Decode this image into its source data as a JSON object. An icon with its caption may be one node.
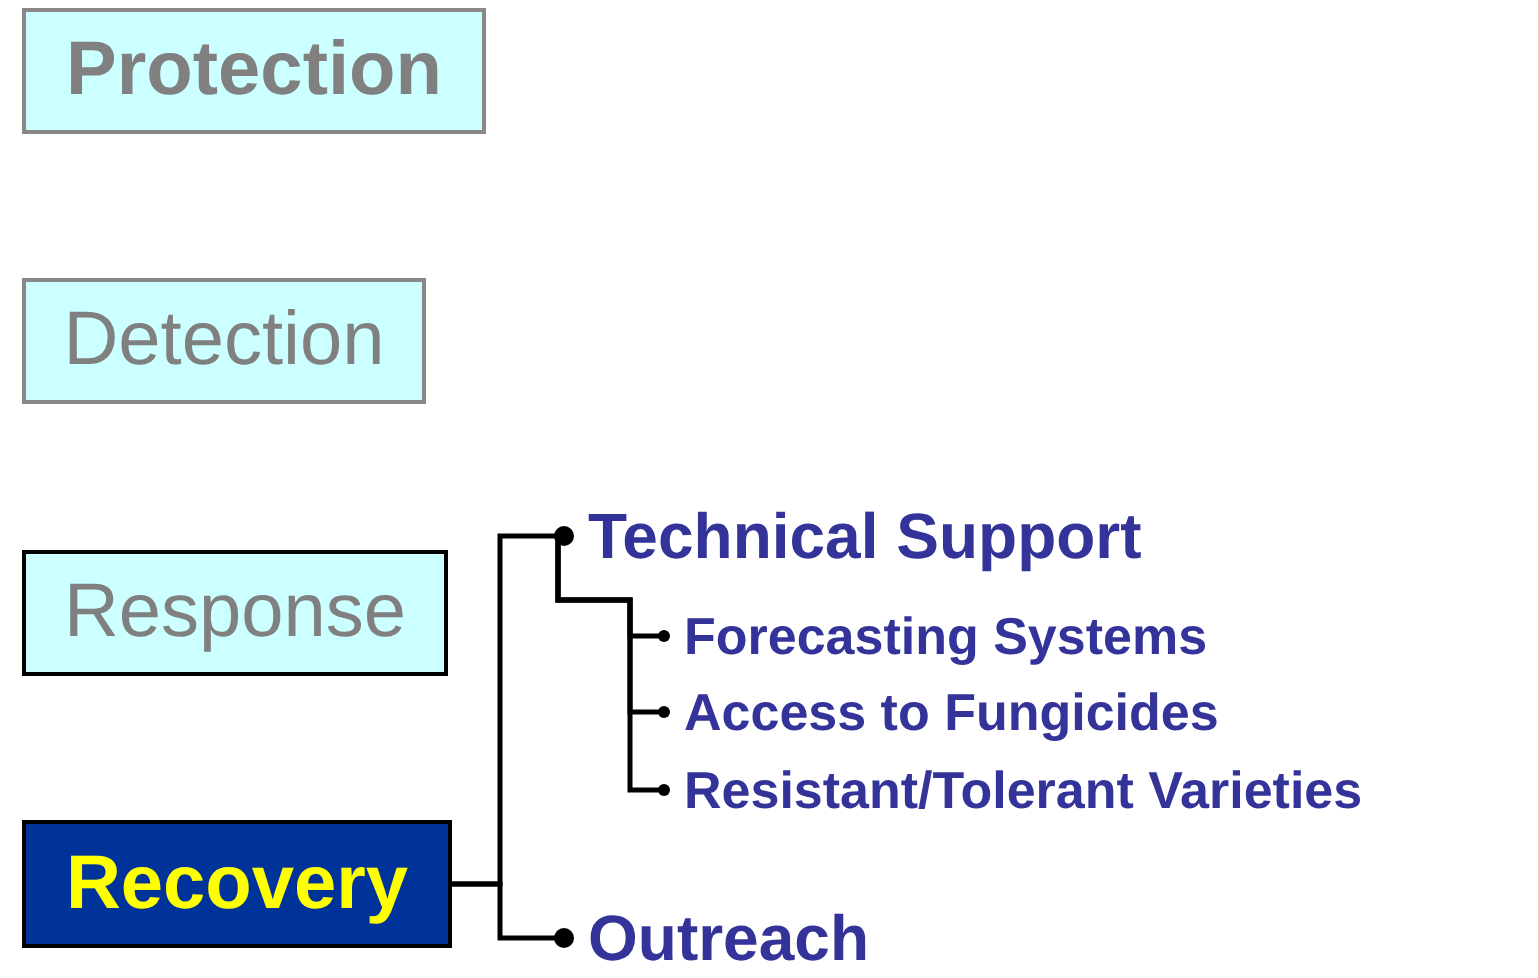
{
  "diagram": {
    "nodes": [
      {
        "text": [
          "Protection"
        ]
      },
      {
        "text": [
          "Detection"
        ]
      },
      {
        "text": [
          "Response"
        ]
      },
      {
        "text": [
          "Recovery"
        ]
      },
      {
        "text": [
          "Technical Support"
        ]
      },
      {
        "text": [
          "Forecasting Systems"
        ]
      },
      {
        "text": [
          "Access to Fungicides"
        ]
      },
      {
        "text": [
          "Resistant/Tolerant Varieties"
        ]
      },
      {
        "text": [
          "Outreach"
        ]
      }
    ],
    "edges": [
      {
        "from": 3,
        "to": 4,
        "arrow": "other"
      },
      {
        "from": 3,
        "to": 8,
        "arrow": "other"
      },
      {
        "from": 4,
        "to": 5,
        "arrow": "other"
      },
      {
        "from": 4,
        "to": 6,
        "arrow": "other"
      },
      {
        "from": 4,
        "to": 7,
        "arrow": "other"
      }
    ]
  }
}
